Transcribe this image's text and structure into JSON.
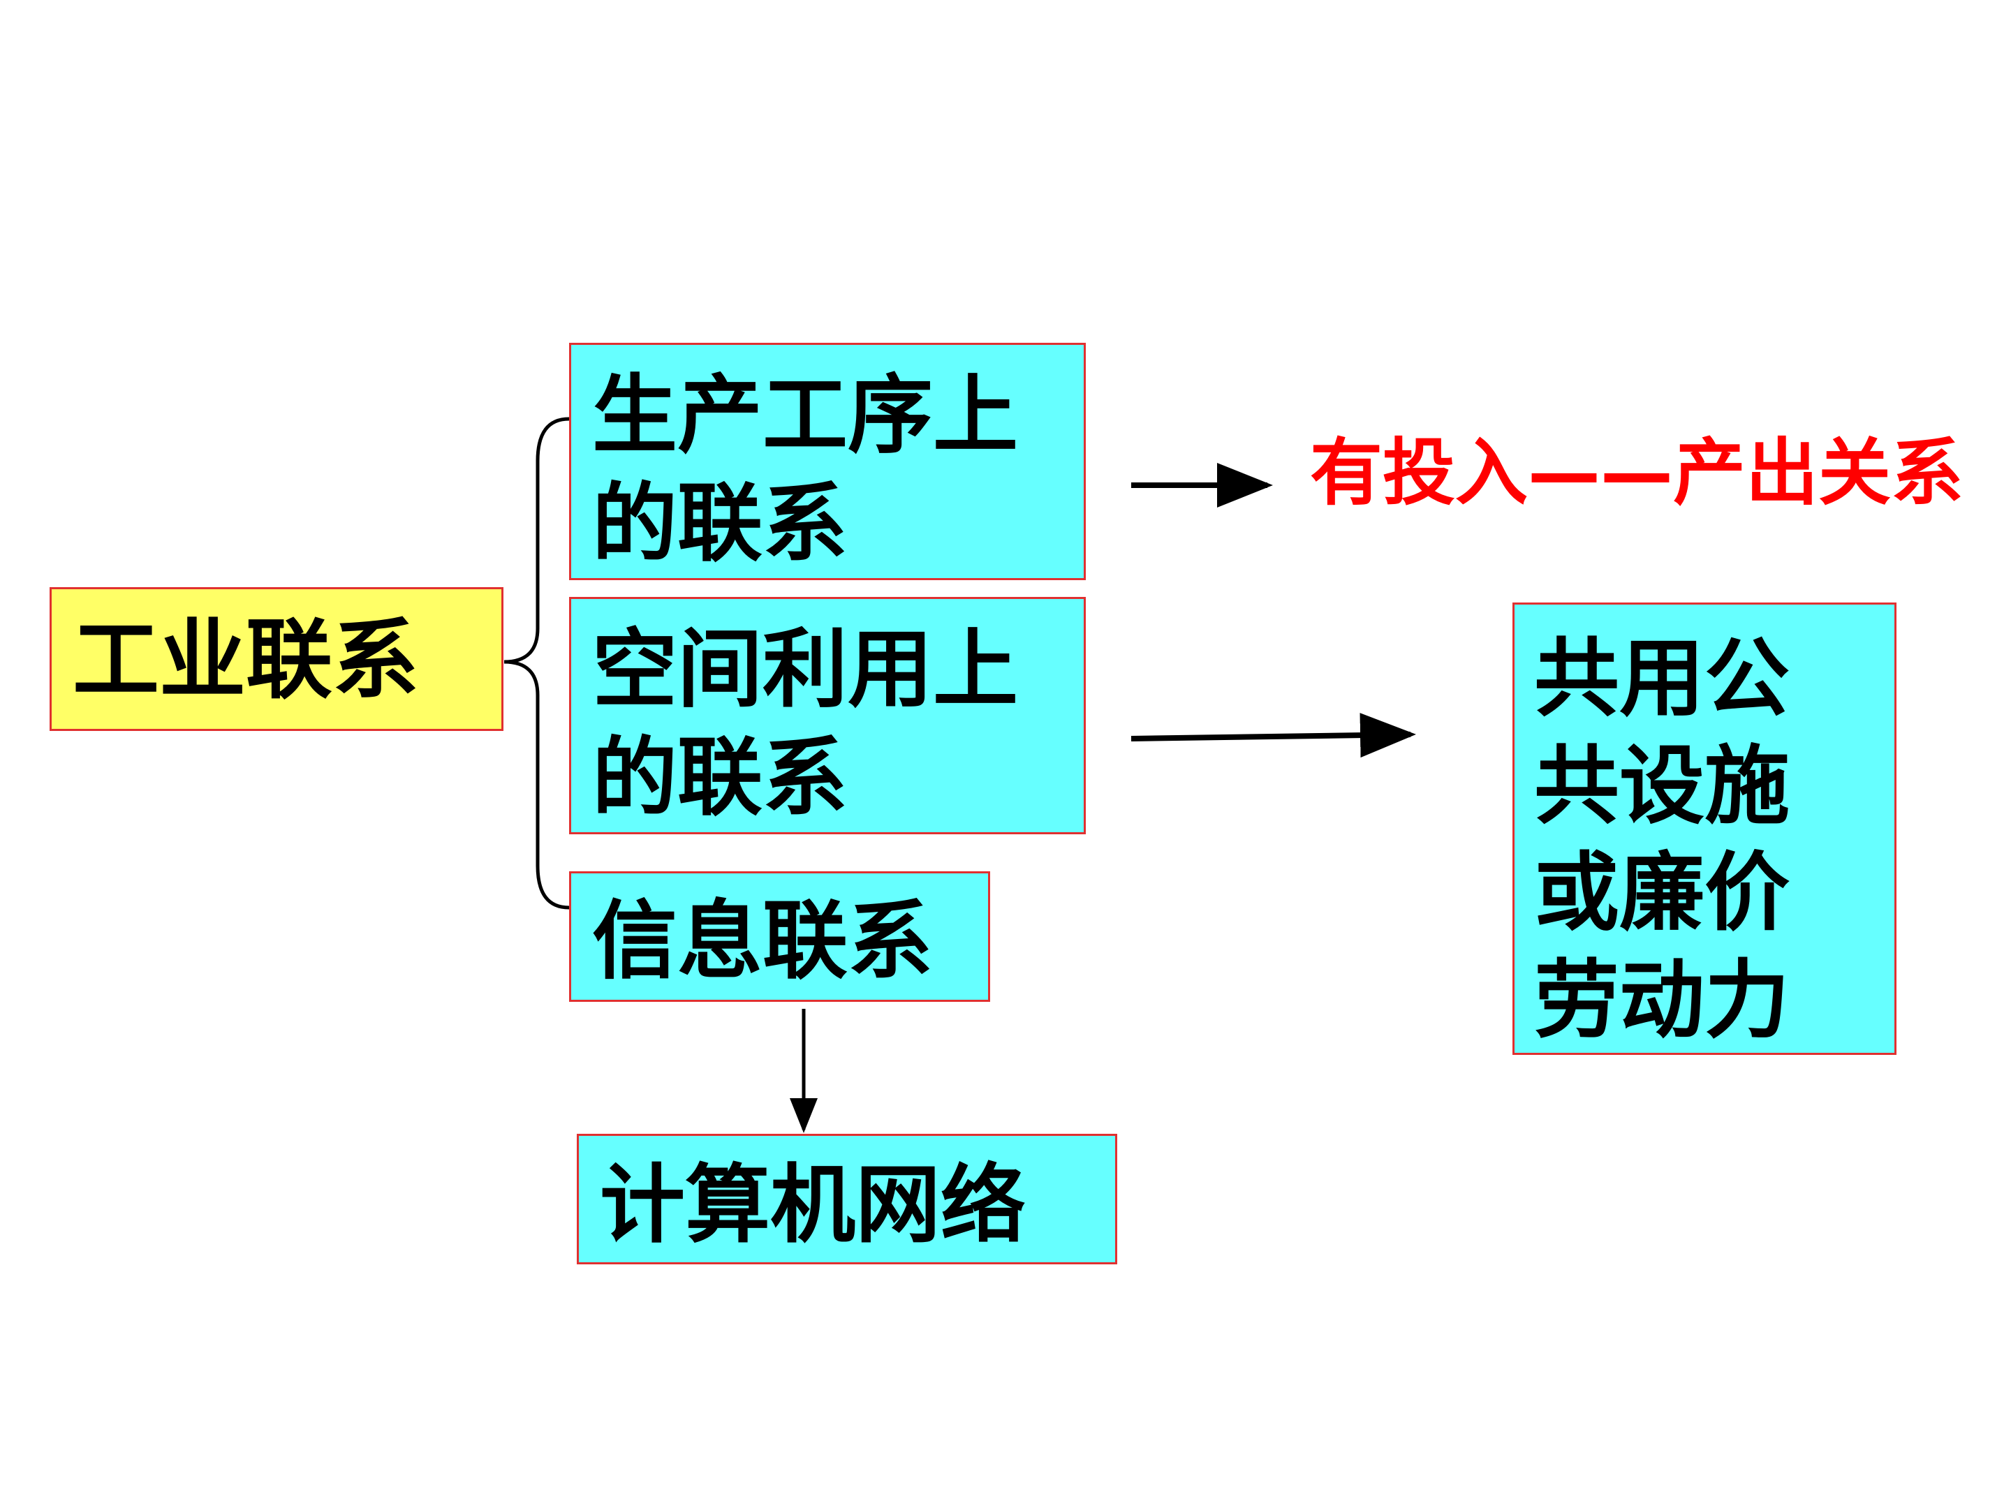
{
  "root": {
    "label": "工业联系"
  },
  "branches": [
    {
      "lines": [
        "生产工序上",
        "的联系"
      ]
    },
    {
      "lines": [
        "空间利用上",
        "的联系"
      ]
    },
    {
      "lines": [
        "信息联系"
      ]
    }
  ],
  "results": {
    "production": "有投入——产出关系",
    "space": {
      "lines": [
        "共用公",
        "共设施",
        "或廉价",
        "劳动力"
      ]
    },
    "info": "计算机网络"
  },
  "colors": {
    "root_fill": "#ffff66",
    "box_fill": "#66ffff",
    "box_border": "#e03030",
    "highlight_text": "#ff0000"
  }
}
